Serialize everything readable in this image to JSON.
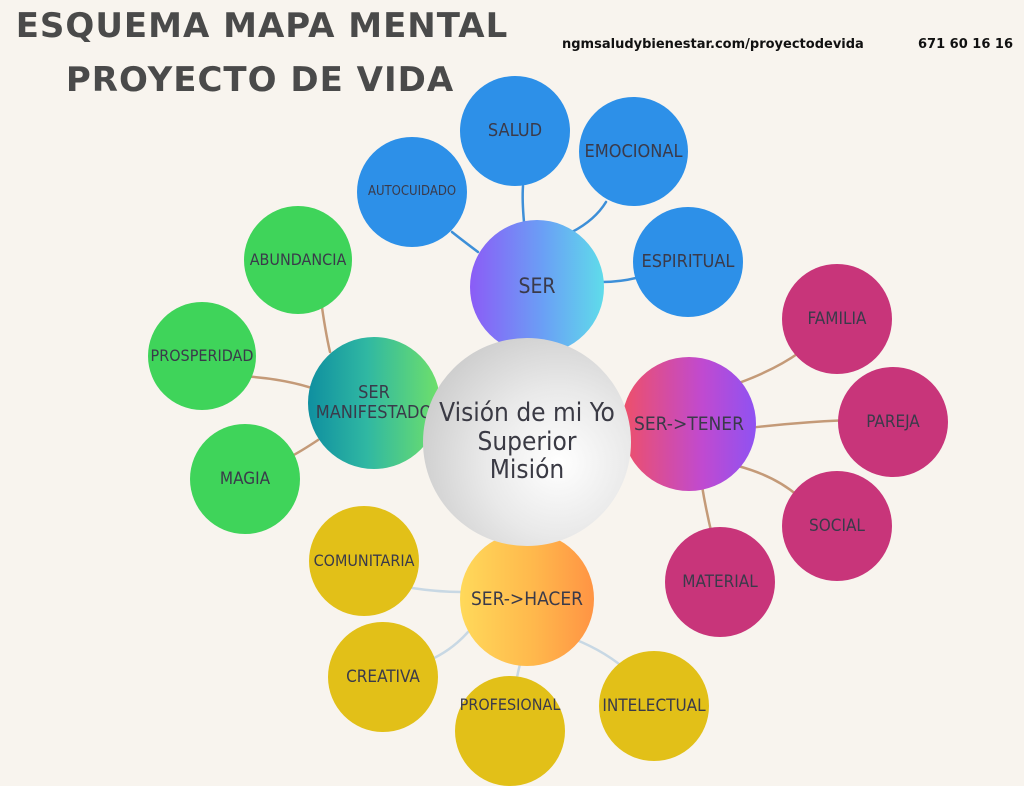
{
  "header": {
    "title_line1": "ESQUEMA MAPA MENTAL",
    "title_line2": "PROYECTO DE VIDA",
    "website": "ngmsaludybienestar.com/proyectodevida",
    "phone": "671 60 16 16"
  },
  "center": {
    "label": "Visión de mi Yo\nSuperior\nMisión"
  },
  "hubs": {
    "ser": "SER",
    "manifestado": "SER\nMANIFESTADO",
    "tener": "SER->TENER",
    "hacer": "SER->HACER"
  },
  "ser_items": [
    "SALUD",
    "EMOCIONAL",
    "AUTOCUIDADO",
    "ESPIRITUAL"
  ],
  "manifestado_items": [
    "ABUNDANCIA",
    "PROSPERIDAD",
    "MAGIA"
  ],
  "tener_items": [
    "FAMILIA",
    "PAREJA",
    "SOCIAL",
    "MATERIAL"
  ],
  "hacer_items": [
    "COMUNITARIA",
    "CREATIVA",
    "PROFESIONAL",
    "INTELECTUAL"
  ],
  "colors": {
    "background": "#f8f4ee",
    "ser_group": "#2d90e8",
    "manifestado_group": "#3fd45a",
    "tener_group": "#c8357a",
    "hacer_group": "#e2c018",
    "title": "#4a4a4a"
  }
}
